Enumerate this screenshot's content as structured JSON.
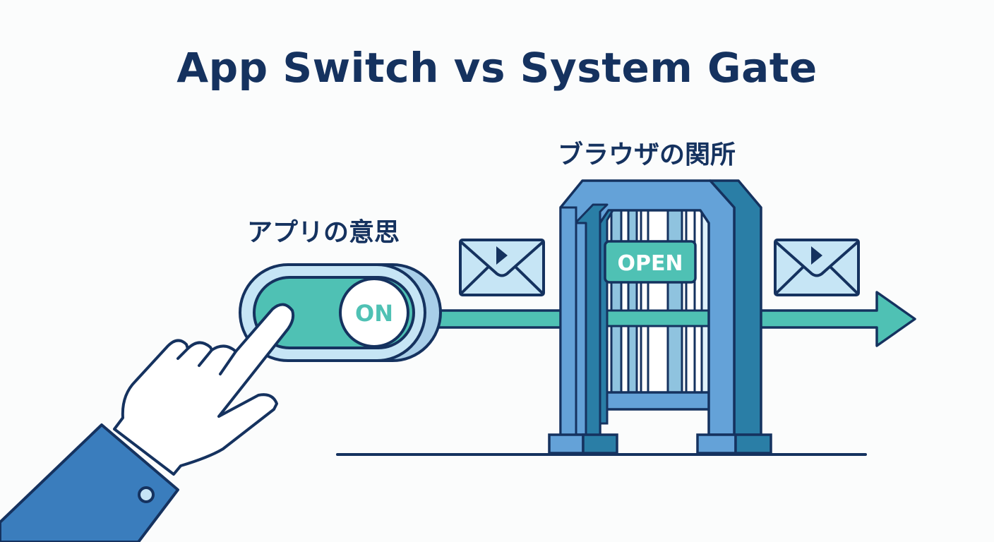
{
  "title": "App Switch vs System Gate",
  "labels": {
    "app_intent": "アプリの意思",
    "browser_gate": "ブラウザの関所"
  },
  "toggle": {
    "state_label": "ON"
  },
  "gate": {
    "sign_label": "OPEN"
  },
  "icons": {
    "envelope_left": "envelope-play-icon",
    "envelope_right": "envelope-play-icon",
    "arrow": "arrow-right-icon",
    "hand": "pointing-hand-icon"
  },
  "colors": {
    "navy": "#15325f",
    "teal": "#4fc1b4",
    "light_blue": "#c6e5f5",
    "gate_blue": "#64a2d8",
    "gate_dark": "#2a7ea6",
    "sleeve": "#3a7dbd"
  }
}
